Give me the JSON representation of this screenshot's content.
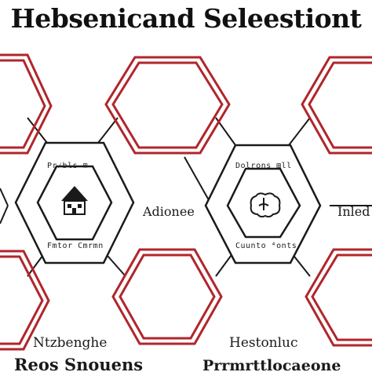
{
  "title": "Hebsenicand Seleestiont",
  "colors": {
    "outer_hex": "#b0262b",
    "inner_hex": "#1a1a1a",
    "connector": "#1a1a1a",
    "background": "#ffffff"
  },
  "nodes": {
    "left": {
      "icon": "house-icon",
      "top_caption": "Pr⁄bls ⊞",
      "bottom_caption": "Fmtor Cmrmn"
    },
    "right": {
      "icon": "brain-icon",
      "top_caption": "Dolrons ⊞ll",
      "bottom_caption": "Cuunto ⁴onts"
    }
  },
  "labels": {
    "center": "Adionee",
    "right_edge": "Inled",
    "bottom_left": "Ntzbenghe",
    "bottom_center": "Hestonluc",
    "footer_left": "Reos Snouens",
    "footer_right": "Prrmrttlocaeone"
  }
}
